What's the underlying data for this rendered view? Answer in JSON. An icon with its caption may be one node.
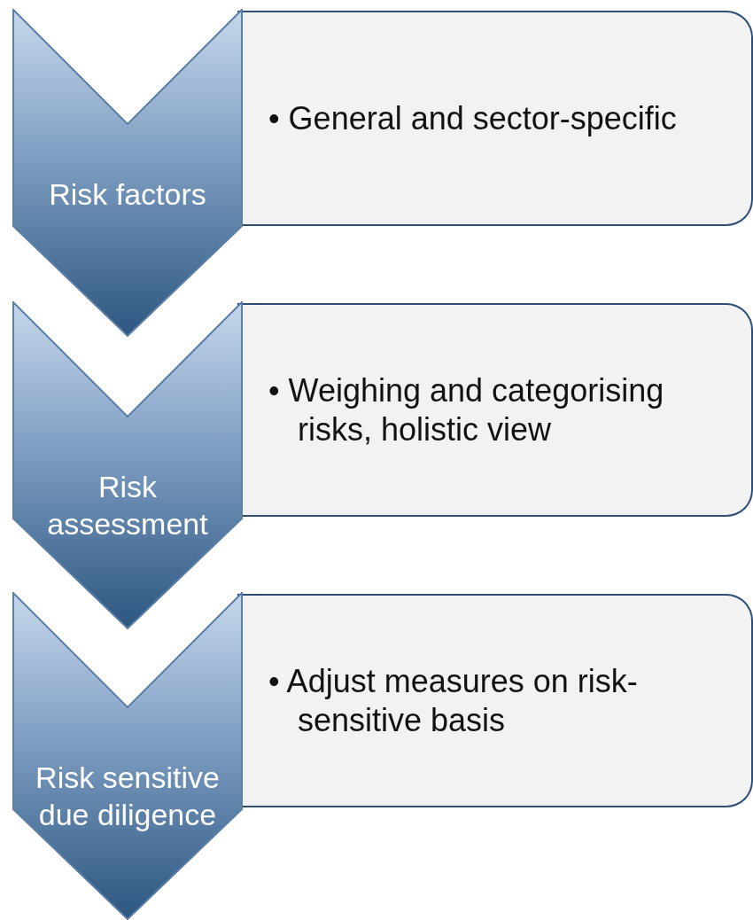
{
  "diagram": {
    "nodes": [
      {
        "text": [
          "Risk factors"
        ]
      },
      {
        "text": [
          "• General and sector-specific"
        ]
      },
      {
        "text": [
          "Risk assessment"
        ]
      },
      {
        "text": [
          "• Weighing and categorising risks, holistic view"
        ]
      },
      {
        "text": [
          "Risk sensitive due diligence"
        ]
      },
      {
        "text": [
          "• Adjust measures on risk-sensitive basis"
        ]
      }
    ]
  }
}
